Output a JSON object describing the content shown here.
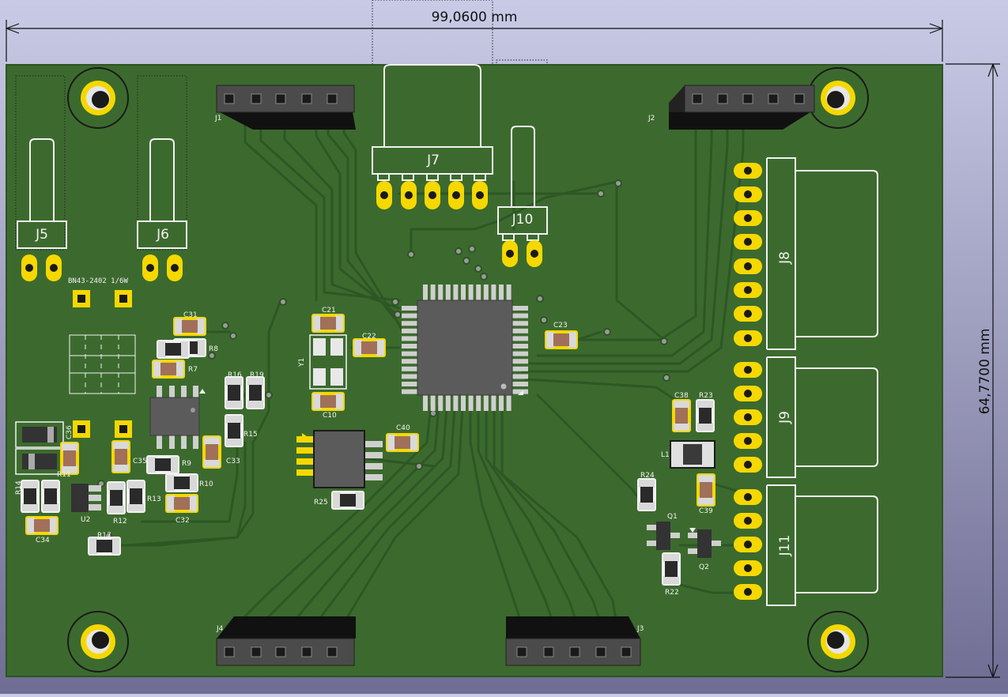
{
  "view": {
    "type": "pcb-3d-view"
  },
  "dimensions": {
    "width": "99,0600 mm",
    "height": "64,7700 mm"
  },
  "connectors": {
    "J1": "J1",
    "J2": "J2",
    "J3": "J3",
    "J4": "J4",
    "J5": "J5",
    "J6": "J6",
    "J7": "J7",
    "J8": "J8",
    "J9": "J9",
    "J10": "J10",
    "J11": "J11"
  },
  "silkscreen": {
    "part_note": "BN43-2402  1/6W"
  },
  "components": {
    "C10": "C10",
    "C21": "C21",
    "C22": "C22",
    "C23": "C23",
    "C31": "C31",
    "C32": "C32",
    "C33": "C33",
    "C34": "C34",
    "C35": "C35",
    "C36": "C36",
    "C38": "C38",
    "C39": "C39",
    "C40": "C40",
    "R7": "R7",
    "R8": "R8",
    "R9": "R9",
    "R10": "R10",
    "R11": "R11",
    "R12": "R12",
    "R13": "R13",
    "R14": "R14",
    "R15": "R15",
    "R16": "R16",
    "R17": "R17",
    "R19": "R19",
    "R22": "R22",
    "R23": "R23",
    "R24": "R24",
    "R25": "R25",
    "L1": "L1",
    "Q1": "Q1",
    "Q2": "Q2",
    "U2": "U2",
    "Y1": "Y1"
  },
  "colors": {
    "board": "#3c6a2e",
    "trace": "#2f5a26",
    "silk": "#f2f2f2",
    "pad": "#f5d800",
    "chip": "#5b5b5b",
    "header": "#1c1c1c"
  }
}
